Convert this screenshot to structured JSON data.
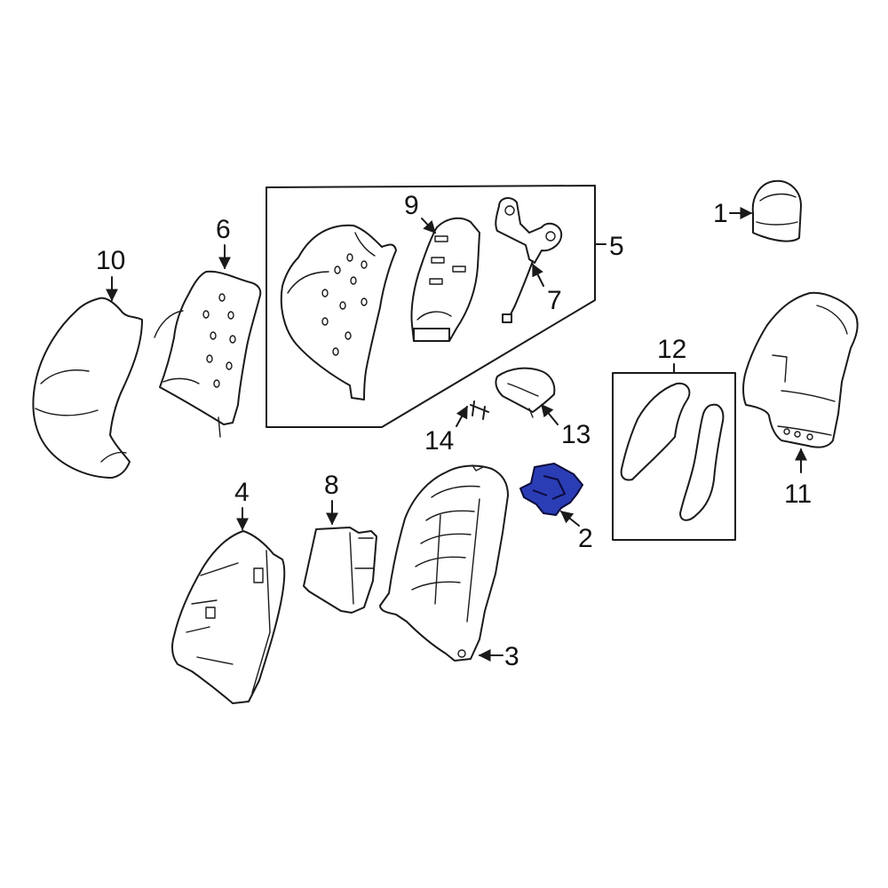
{
  "diagram": {
    "callouts": [
      {
        "id": "1",
        "label": "1"
      },
      {
        "id": "2",
        "label": "2"
      },
      {
        "id": "3",
        "label": "3"
      },
      {
        "id": "4",
        "label": "4"
      },
      {
        "id": "5",
        "label": "5"
      },
      {
        "id": "6",
        "label": "6"
      },
      {
        "id": "7",
        "label": "7"
      },
      {
        "id": "8",
        "label": "8"
      },
      {
        "id": "9",
        "label": "9"
      },
      {
        "id": "10",
        "label": "10"
      },
      {
        "id": "11",
        "label": "11"
      },
      {
        "id": "12",
        "label": "12"
      },
      {
        "id": "13",
        "label": "13"
      },
      {
        "id": "14",
        "label": "14"
      }
    ],
    "highlight_color": "#2b3db5",
    "highlighted_part": "2"
  }
}
